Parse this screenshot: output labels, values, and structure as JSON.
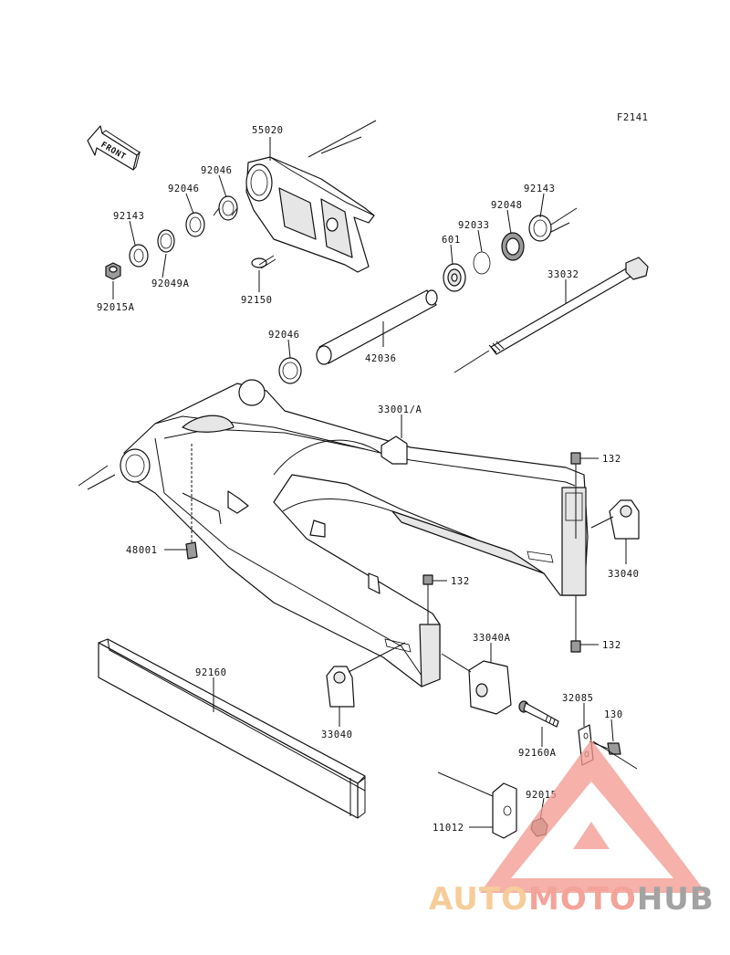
{
  "figure_code": "F2141",
  "front_label": "FRONT",
  "parts": {
    "p55020": "55020",
    "p92046a": "92046",
    "p92046b": "92046",
    "p92046c": "92046",
    "p92143a": "92143",
    "p92143b": "92143",
    "p92049a": "92049A",
    "p92015a": "92015A",
    "p92150": "92150",
    "p92048": "92048",
    "p92033": "92033",
    "p601": "601",
    "p33032": "33032",
    "p42036": "42036",
    "p33001": "33001/A",
    "p132a": "132",
    "p132b": "132",
    "p132c": "132",
    "p48001": "48001",
    "p33040a": "33040",
    "p33040b": "33040",
    "p33040A": "33040A",
    "p92160": "92160",
    "p32085": "32085",
    "p130": "130",
    "p92160A": "92160A",
    "p92015": "92015",
    "p11012": "11012"
  },
  "watermark": {
    "part1": "AUTO",
    "part2": "MOTO",
    "part3": "HUB",
    "color1": "#f6c890",
    "color2": "#f29a90",
    "color3": "#9a9a9a"
  }
}
